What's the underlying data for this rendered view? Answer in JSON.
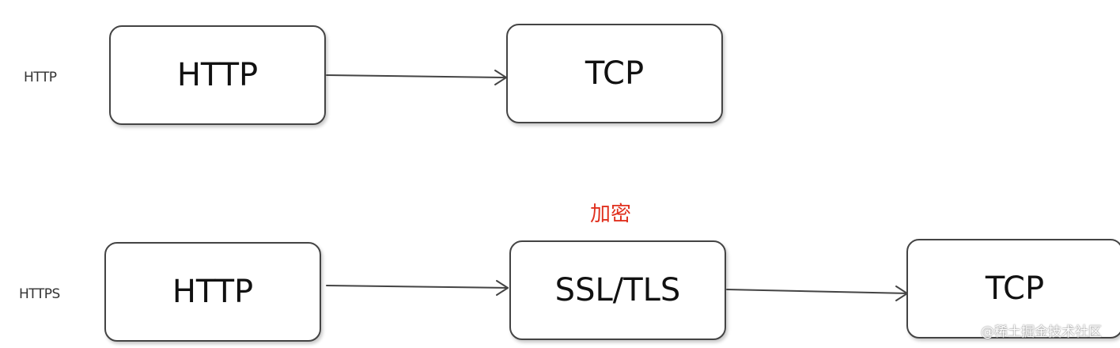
{
  "rows": {
    "http": {
      "label": "HTTP",
      "nodes": [
        "HTTP",
        "TCP"
      ]
    },
    "https": {
      "label": "HTTPS",
      "nodes": [
        "HTTP",
        "SSL/TLS",
        "TCP"
      ]
    }
  },
  "annotation": {
    "text": "加密",
    "color": "#e0301e"
  },
  "watermark": "@稀土掘金技术社区"
}
